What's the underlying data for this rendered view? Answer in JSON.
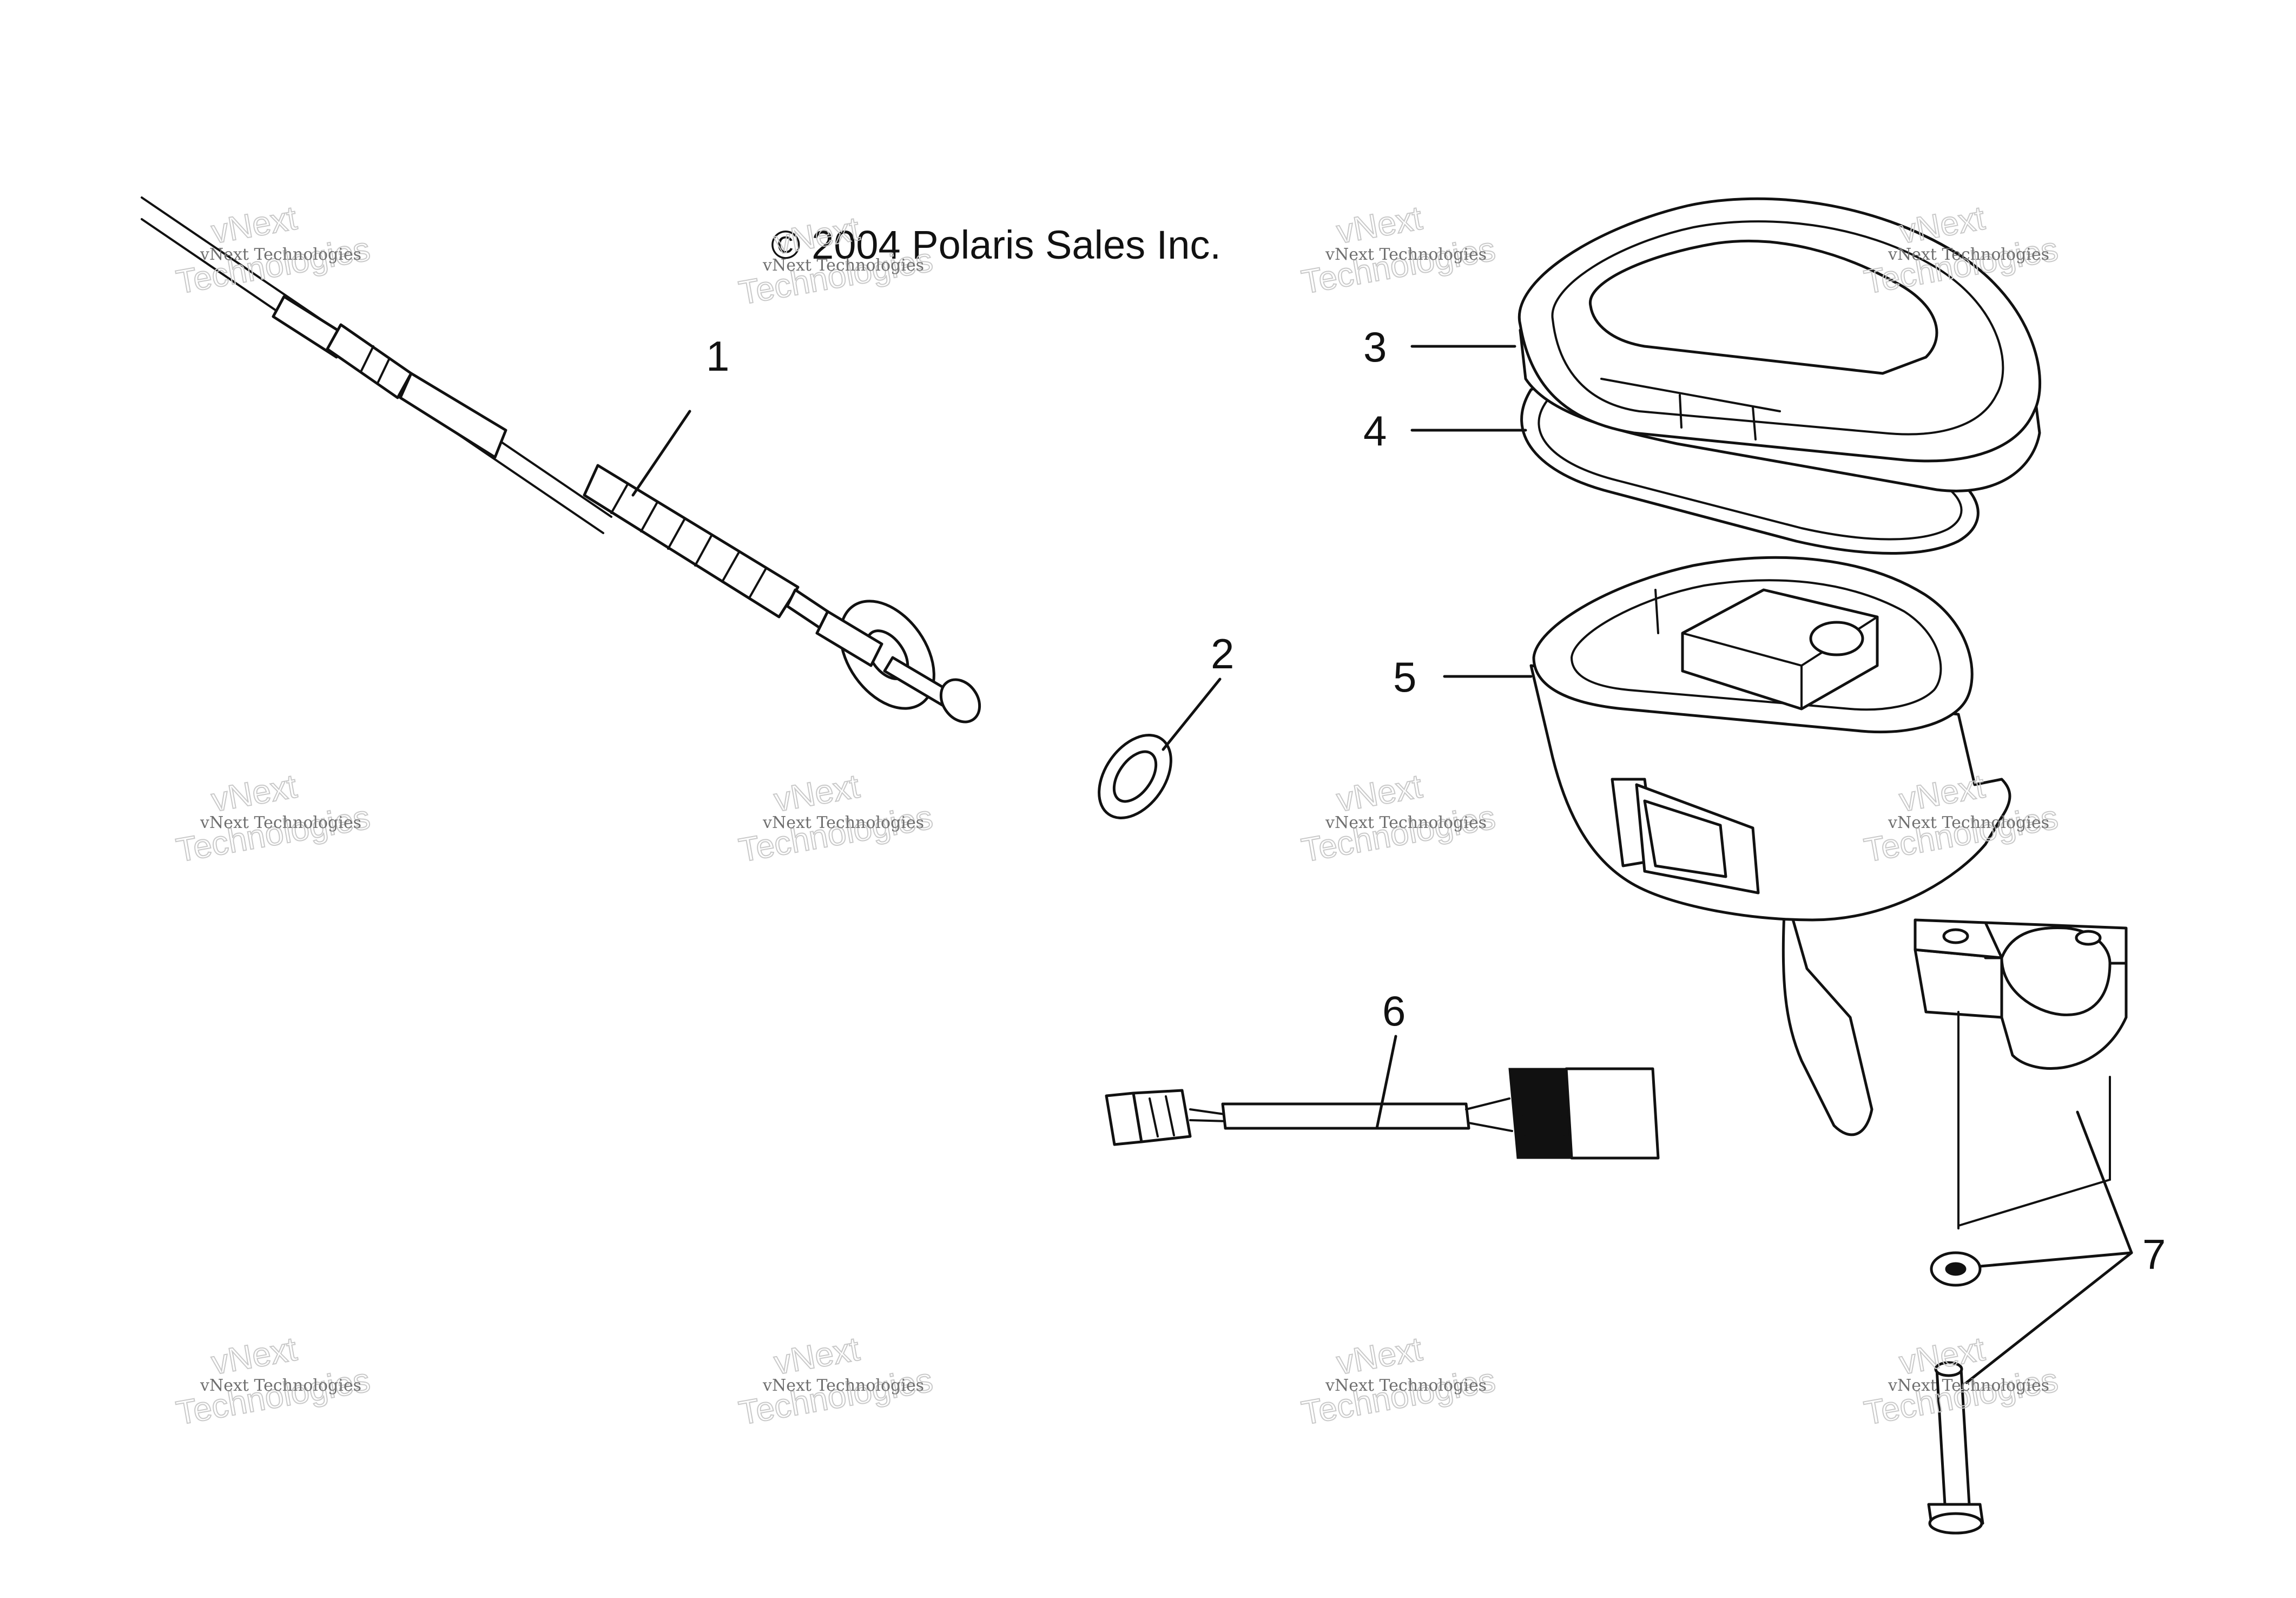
{
  "copyright": "© 2004 Polaris Sales Inc.",
  "callouts": [
    "1",
    "2",
    "3",
    "4",
    "5",
    "6",
    "7"
  ],
  "watermark": {
    "small_text": "vNext Technologies",
    "big_text_line1": "vNext",
    "big_text_line2": "Technologies"
  }
}
